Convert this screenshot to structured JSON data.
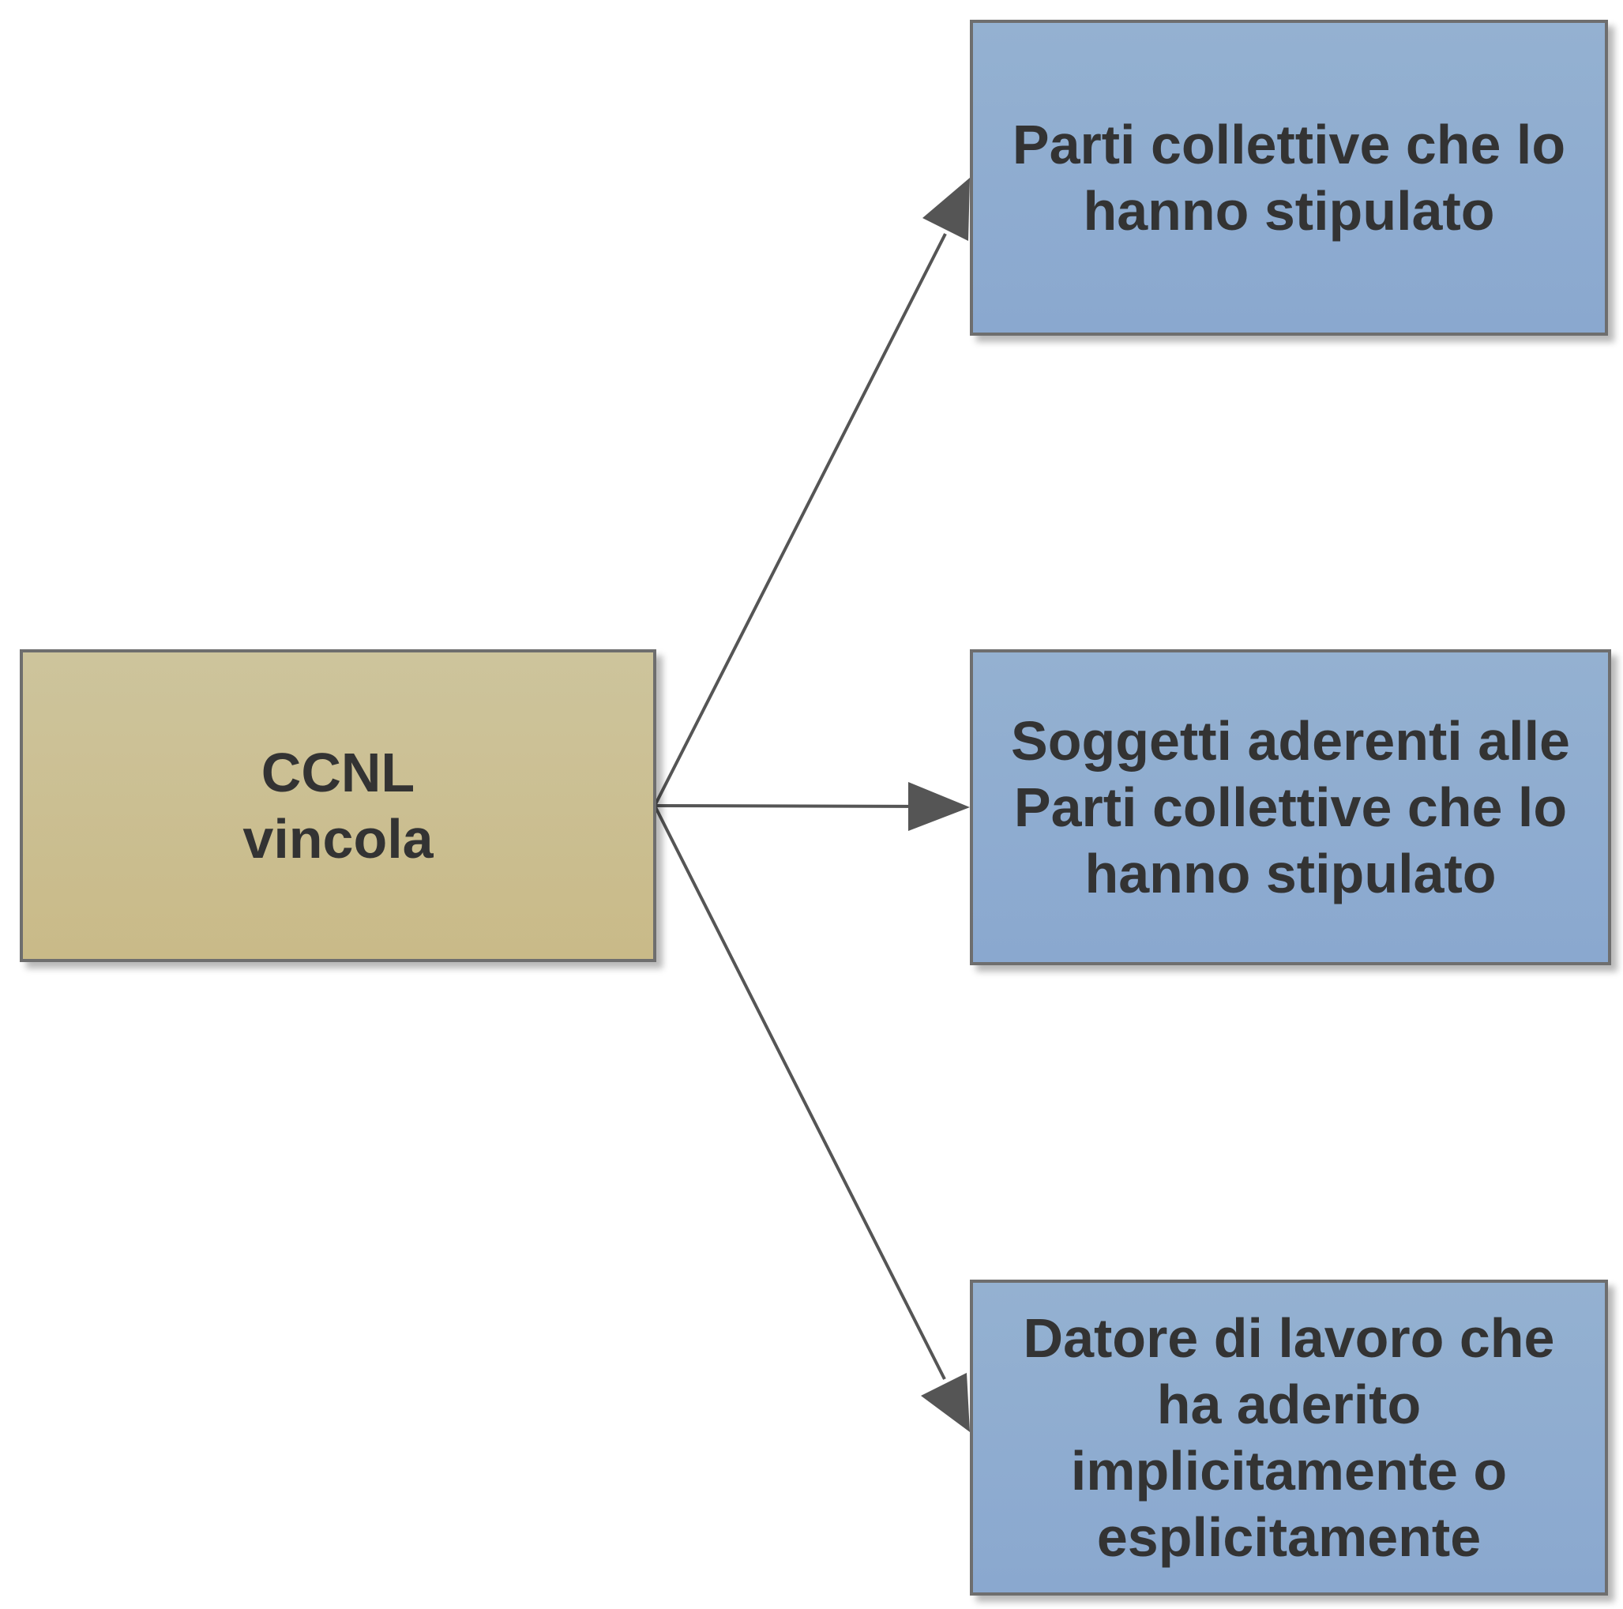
{
  "diagram": {
    "source": {
      "label": "CCNL\nvincola",
      "fill": "#ccbf93"
    },
    "targets": [
      {
        "label": "Parti collettive che lo\nhanno stipulato",
        "fill": "#8fadd0"
      },
      {
        "label": "Soggetti aderenti alle\nParti collettive che lo\nhanno stipulato",
        "fill": "#8fadd0"
      },
      {
        "label": "Datore di lavoro che\nha aderito\nimplicitamente o\nesplicitamente",
        "fill": "#8fadd0"
      }
    ],
    "edges": [
      {
        "from": "source",
        "to": "targets.0"
      },
      {
        "from": "source",
        "to": "targets.1"
      },
      {
        "from": "source",
        "to": "targets.2"
      }
    ],
    "colors": {
      "edge": "#555555",
      "border": "#6e6e6e",
      "text": "#333333"
    }
  }
}
